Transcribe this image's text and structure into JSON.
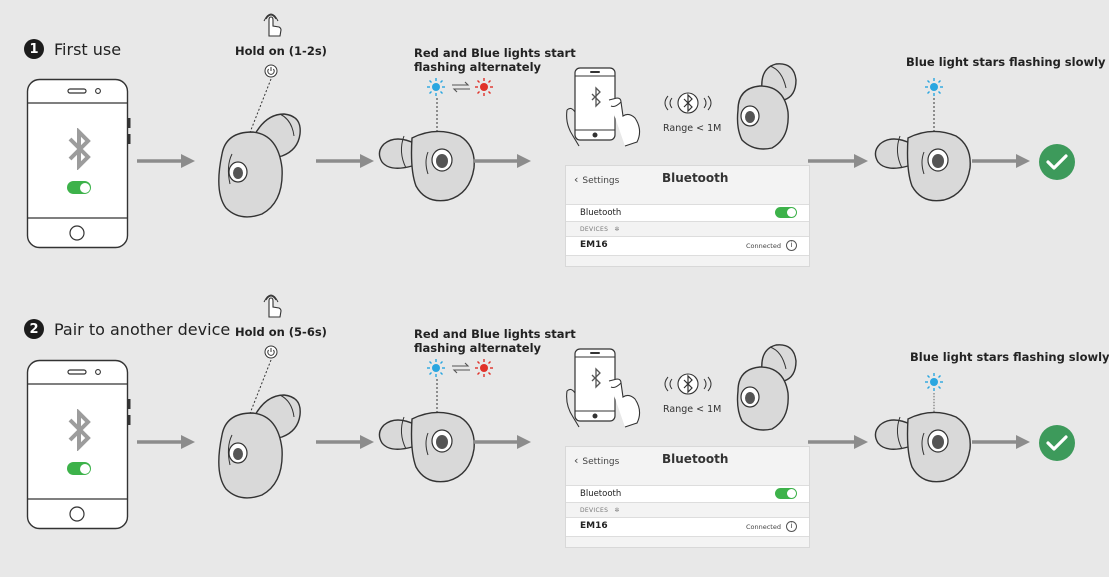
{
  "steps": [
    {
      "number": "1",
      "title": "First use",
      "hold_label": "Hold on (1-2s)",
      "lights_line1": "Red and Blue lights start",
      "lights_line2": "flashing alternately",
      "range_label": "Range < 1M",
      "final_label": "Blue light stars flashing slowly",
      "settings": {
        "back_label": "Settings",
        "title": "Bluetooth",
        "bluetooth_label": "Bluetooth",
        "devices_label": "DEVICES",
        "device_name": "EM16",
        "device_status": "Connected",
        "toggle_on": true
      }
    },
    {
      "number": "2",
      "title": "Pair to another device",
      "hold_label": "Hold on (5-6s)",
      "lights_line1": "Red and Blue lights start",
      "lights_line2": "flashing alternately",
      "range_label": "Range < 1M",
      "final_label": "Blue light stars flashing slowly",
      "settings": {
        "back_label": "Settings",
        "title": "Bluetooth",
        "bluetooth_label": "Bluetooth",
        "devices_label": "DEVICES",
        "device_name": "EM16",
        "device_status": "Connected",
        "toggle_on": true
      }
    }
  ],
  "icons": {
    "finger_press": "pointing-hand-icon",
    "power": "power-icon",
    "blue_light": "blue-light-icon",
    "red_light": "red-light-icon",
    "swap": "swap-arrows-icon",
    "bluetooth": "bluetooth-icon",
    "check": "check-icon",
    "arrow": "right-arrow-icon"
  },
  "colors": {
    "background": "#e8e8e8",
    "arrow": "#8c8c8c",
    "blue_light": "#2aa6e0",
    "red_light": "#e0322a",
    "toggle_green": "#3db24a",
    "check_green": "#3d9a5b",
    "earbud_fill": "#d9d9d9",
    "outline": "#333333"
  }
}
